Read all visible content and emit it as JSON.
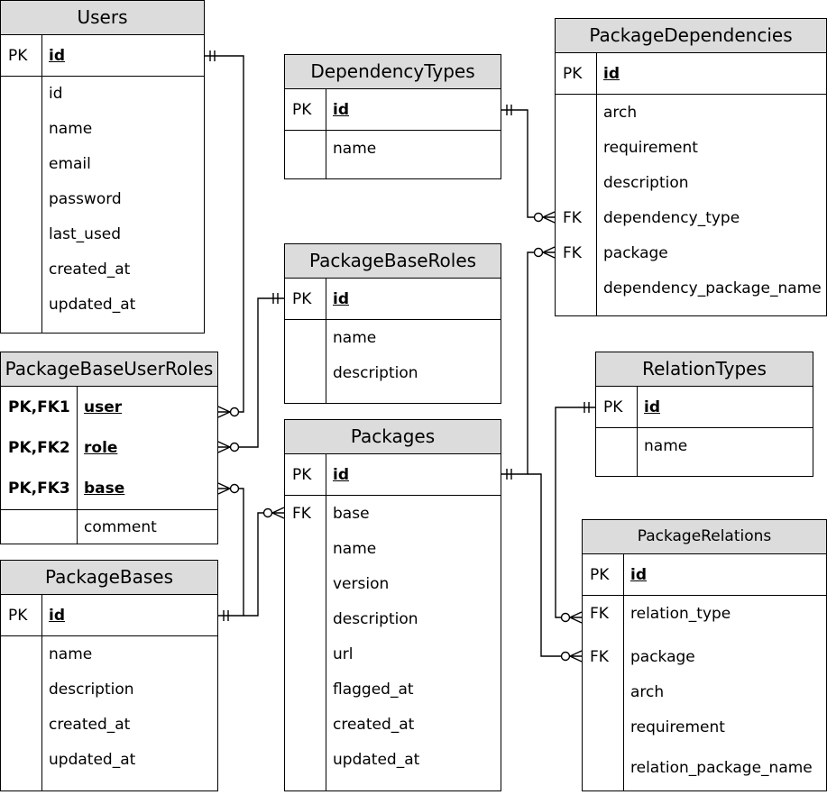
{
  "entities": {
    "users": {
      "title": "Users",
      "pk_key": "PK",
      "pk_field": "id",
      "fields": [
        "id",
        "name",
        "email",
        "password",
        "last_used",
        "created_at",
        "updated_at"
      ]
    },
    "dependency_types": {
      "title": "DependencyTypes",
      "pk_key": "PK",
      "pk_field": "id",
      "fields": [
        "name"
      ]
    },
    "package_dependencies": {
      "title": "PackageDependencies",
      "pk_key": "PK",
      "pk_field": "id",
      "fields": [
        "arch",
        "requirement",
        "description",
        "dependency_type",
        "package",
        "dependency_package_name"
      ],
      "fk_keys": [
        "FK",
        "FK"
      ]
    },
    "package_base_roles": {
      "title": "PackageBaseRoles",
      "pk_key": "PK",
      "pk_field": "id",
      "fields": [
        "name",
        "description"
      ]
    },
    "package_base_user_roles": {
      "title": "PackageBaseUserRoles",
      "keys": [
        "PK,FK1",
        "PK,FK2",
        "PK,FK3"
      ],
      "key_fields": [
        "user",
        "role",
        "base"
      ],
      "fields": [
        "comment"
      ]
    },
    "relation_types": {
      "title": "RelationTypes",
      "pk_key": "PK",
      "pk_field": "id",
      "fields": [
        "name"
      ]
    },
    "packages": {
      "title": "Packages",
      "pk_key": "PK",
      "pk_field": "id",
      "fk_key": "FK",
      "fields": [
        "base",
        "name",
        "version",
        "description",
        "url",
        "flagged_at",
        "created_at",
        "updated_at"
      ]
    },
    "package_bases": {
      "title": "PackageBases",
      "pk_key": "PK",
      "pk_field": "id",
      "fields": [
        "name",
        "description",
        "created_at",
        "updated_at"
      ]
    },
    "package_relations": {
      "title": "PackageRelations",
      "pk_key": "PK",
      "pk_field": "id",
      "fk_keys": [
        "FK",
        "FK"
      ],
      "fields": [
        "relation_type",
        "package",
        "arch",
        "requirement",
        "relation_package_name"
      ]
    }
  },
  "relationships": [
    {
      "from": "Users.id",
      "to": "PackageBaseUserRoles.user",
      "from_card": "one-and-only-one",
      "to_card": "zero-or-many"
    },
    {
      "from": "PackageBaseRoles.id",
      "to": "PackageBaseUserRoles.role",
      "from_card": "one-and-only-one",
      "to_card": "zero-or-many"
    },
    {
      "from": "PackageBases.id",
      "to": "PackageBaseUserRoles.base",
      "from_card": "one-and-only-one",
      "to_card": "zero-or-many"
    },
    {
      "from": "PackageBases.id",
      "to": "Packages.base",
      "from_card": "one-and-only-one",
      "to_card": "zero-or-many"
    },
    {
      "from": "DependencyTypes.id",
      "to": "PackageDependencies.dependency_type",
      "from_card": "one-and-only-one",
      "to_card": "zero-or-many"
    },
    {
      "from": "Packages.id",
      "to": "PackageDependencies.package",
      "from_card": "one-and-only-one",
      "to_card": "zero-or-many"
    },
    {
      "from": "RelationTypes.id",
      "to": "PackageRelations.relation_type",
      "from_card": "one-and-only-one",
      "to_card": "zero-or-many"
    },
    {
      "from": "Packages.id",
      "to": "PackageRelations.package",
      "from_card": "one-and-only-one",
      "to_card": "zero-or-many"
    }
  ]
}
